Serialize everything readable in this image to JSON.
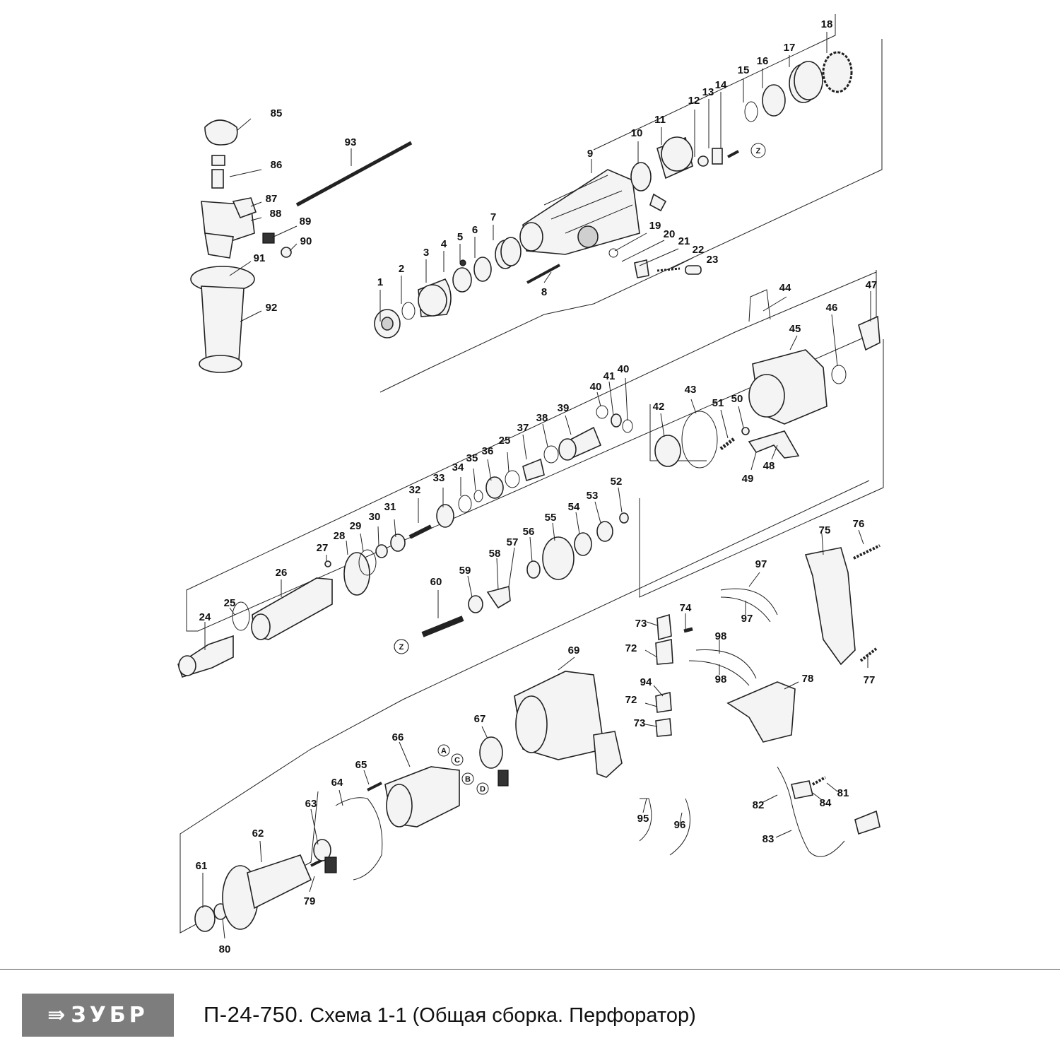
{
  "brand": {
    "logo_text": "ЗУБР"
  },
  "caption": {
    "model": "П-24-750.",
    "title": "Схема 1-1 (Общая сборка. Перфоратор)"
  },
  "callouts": [
    "1",
    "2",
    "3",
    "4",
    "5",
    "6",
    "7",
    "8",
    "9",
    "10",
    "11",
    "12",
    "13",
    "14",
    "15",
    "16",
    "17",
    "18",
    "19",
    "20",
    "21",
    "22",
    "23",
    "24",
    "25",
    "25",
    "26",
    "27",
    "28",
    "29",
    "30",
    "31",
    "32",
    "33",
    "34",
    "35",
    "36",
    "37",
    "38",
    "39",
    "40",
    "40",
    "41",
    "42",
    "43",
    "44",
    "45",
    "46",
    "47",
    "48",
    "49",
    "50",
    "51",
    "52",
    "53",
    "54",
    "55",
    "56",
    "57",
    "58",
    "59",
    "60",
    "61",
    "62",
    "63",
    "64",
    "65",
    "66",
    "67",
    "69",
    "72",
    "72",
    "73",
    "73",
    "74",
    "75",
    "76",
    "77",
    "78",
    "79",
    "80",
    "81",
    "82",
    "83",
    "84",
    "85",
    "86",
    "87",
    "88",
    "89",
    "90",
    "91",
    "92",
    "93",
    "94",
    "95",
    "96",
    "97",
    "97",
    "98",
    "98"
  ],
  "markers": [
    "Z",
    "Z",
    "A",
    "B",
    "C",
    "D"
  ]
}
